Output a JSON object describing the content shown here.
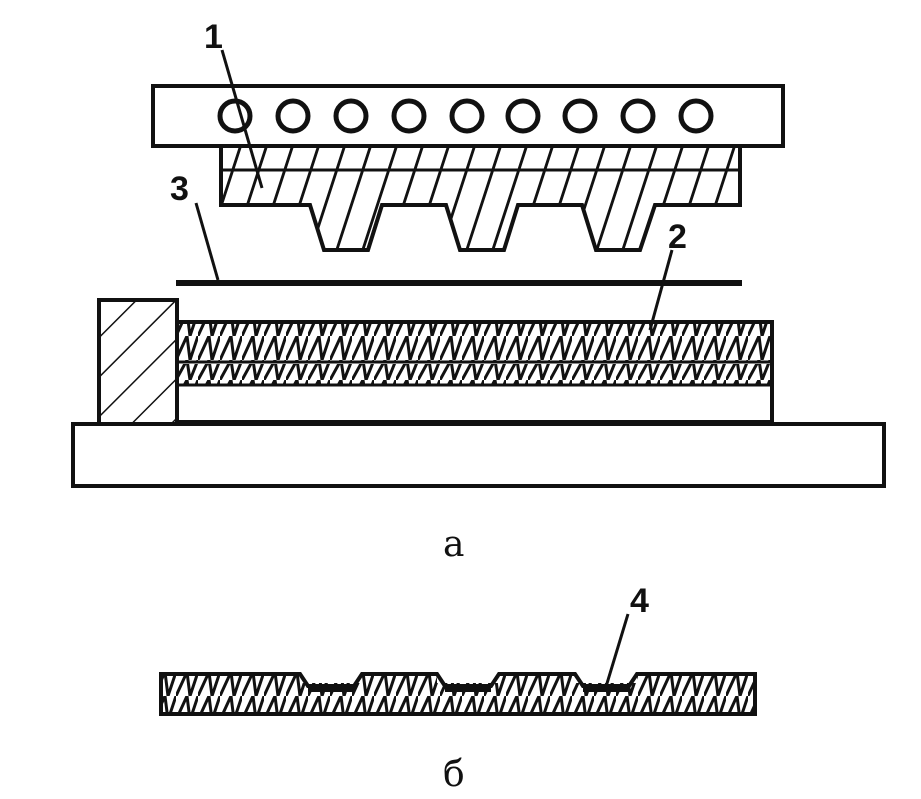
{
  "figure": {
    "label_1": "1",
    "label_2": "2",
    "label_3": "3",
    "label_4": "4",
    "caption_a": "а",
    "caption_b": "б"
  }
}
